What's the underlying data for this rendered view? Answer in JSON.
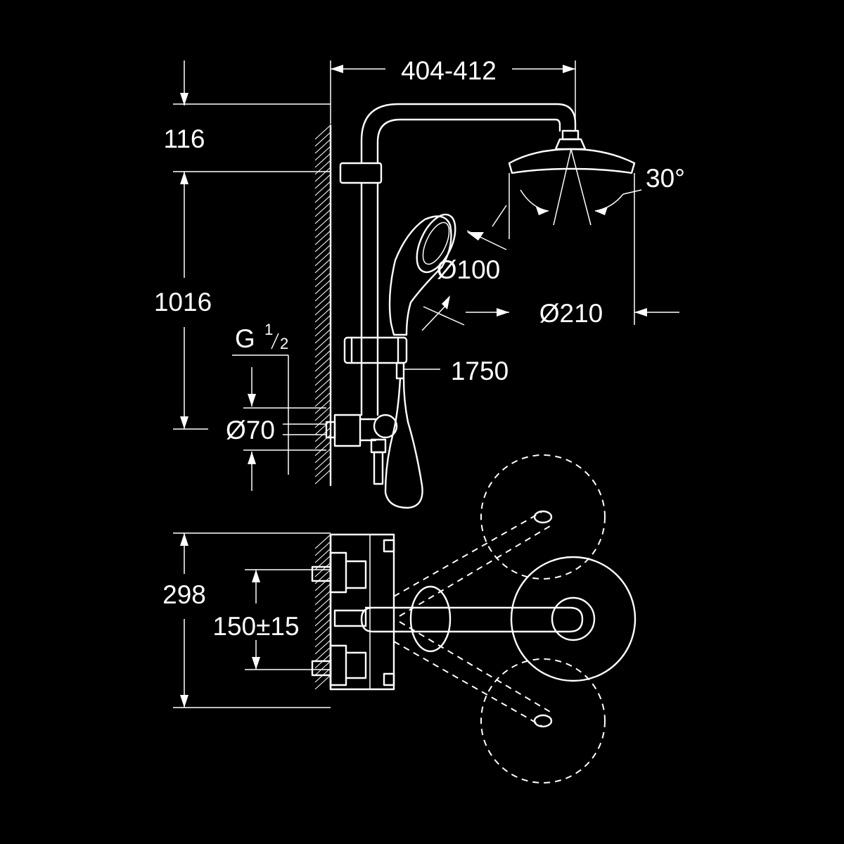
{
  "dimensions": {
    "arm_projection": "404-412",
    "top_offset": "116",
    "height": "1016",
    "connection_thread": "G",
    "thread_num": "1",
    "thread_den": "2",
    "mixer_diameter": "Ø70",
    "hand_shower_diameter": "Ø100",
    "head_shower_diameter": "Ø210",
    "spray_angle": "30°",
    "hose_length": "1750",
    "wall_depth": "298",
    "centers": "150±15"
  },
  "colors": {
    "background": "#000000",
    "lines": "#ffffff"
  }
}
